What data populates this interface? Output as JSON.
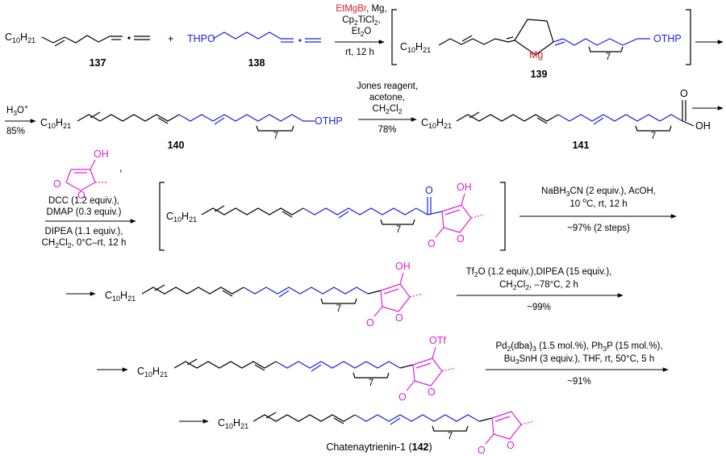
{
  "compounds": {
    "c137": {
      "number": "137",
      "substituent": "C10H21"
    },
    "c138": {
      "number": "138",
      "group": "THPO"
    },
    "c139": {
      "number": "139",
      "substituent": "C10H21",
      "metal": "Mg",
      "repeat": "7",
      "group": "OTHP"
    },
    "c140": {
      "number": "140",
      "substituent": "C10H21",
      "repeat": "7",
      "group": "OTHP"
    },
    "c141": {
      "number": "141",
      "substituent": "C10H21",
      "repeat": "7",
      "carbonyl": "O",
      "acid": "OH"
    },
    "acyl": {
      "substituent": "C10H21",
      "repeat": "7",
      "carbonyl": "O",
      "hydroxy": "OH",
      "ring_o": "O",
      "lactone_o": "O"
    },
    "reduced": {
      "substituent": "C10H21",
      "repeat": "7",
      "hydroxy": "OH",
      "ring_o": "O",
      "lactone_o": "O"
    },
    "triflate": {
      "substituent": "C10H21",
      "repeat": "7",
      "otf": "OTf",
      "ring_o": "O",
      "lactone_o": "O"
    },
    "final": {
      "substituent": "C10H21",
      "repeat": "7",
      "ring_o": "O",
      "lactone_o": "O",
      "name": "Chatenaytrienin-1 (",
      "number": "142",
      "close": ")"
    },
    "reagent_lactone": {
      "hydroxy": "OH",
      "ring_o": "O",
      "lactone_o": "O"
    }
  },
  "steps": {
    "s1": {
      "plus": "+",
      "red": "EtMgBr",
      "line1_rest": ", Mg,",
      "line2": "Cp2TiCl2,",
      "line3": "Et2O",
      "line4": "rt, 12 h"
    },
    "s2": {
      "line1": "H3O+",
      "line2": "85%"
    },
    "s3": {
      "line1": "Jones reagent,",
      "line2": "acetone,",
      "line3": "CH2Cl2",
      "line4": "78%"
    },
    "s4": {
      "comma": ",",
      "line1": "DCC (1.2 equiv.),",
      "line2": "DMAP (0.3 equiv.)",
      "line3": "DIPEA (1.1 equiv.),",
      "line4": "CH2Cl2, 0°C–rt, 12 h"
    },
    "s5": {
      "line1": "NaBH3CN (2 equiv.), AcOH,",
      "line2": "10 °C, rt, 12 h",
      "line3": "~97% (2 steps)"
    },
    "s6": {
      "line1": "Tf2O (1.2 equiv.),DIPEA (15 equiv.),",
      "line2": "CH2Cl2, –78°C, 2 h",
      "line3": "~99%"
    },
    "s7": {
      "line1": "Pd2(dba)3 (1.5 mol.%), Ph3P (15 mol.%),",
      "line2": "Bu3SnH (3 equiv.), THF, rt, 50°C, 5 h",
      "line3": "~91%"
    }
  },
  "colors": {
    "blue": "#1f22e0",
    "magenta": "#e020e0",
    "red": "#e0202a",
    "black": "#000000"
  }
}
